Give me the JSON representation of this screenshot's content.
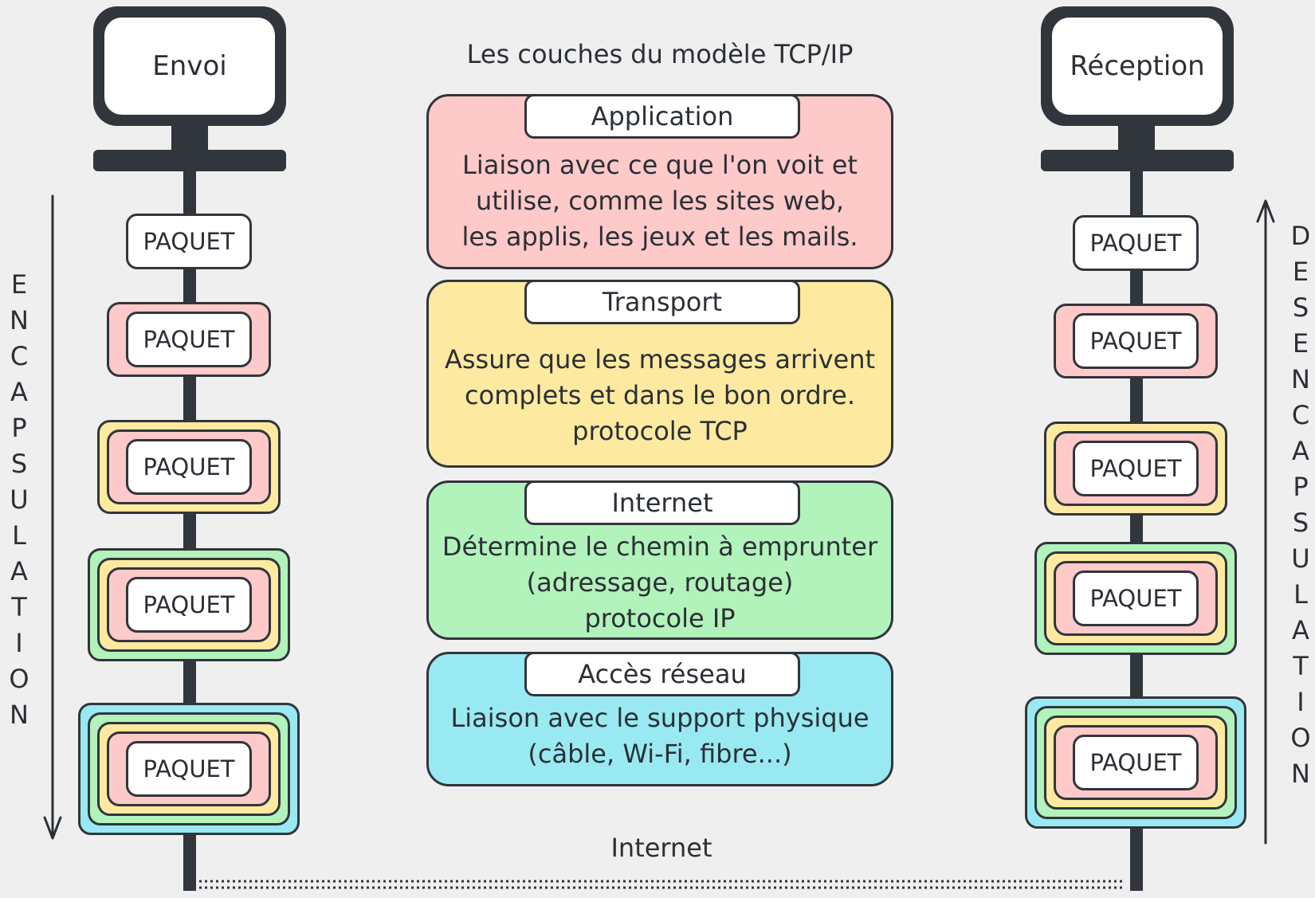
{
  "title": "Les couches du modèle TCP/IP",
  "sender": {
    "label": "Envoi"
  },
  "receiver": {
    "label": "Réception"
  },
  "packet_label": "PAQUET",
  "encapsulation_label": "ENCAPSULATION",
  "decapsulation_label": "DESENCAPSULATION",
  "network_label": "Internet",
  "layers": [
    {
      "name": "Application",
      "color": "#fec9c9",
      "description": "Liaison avec ce que l'on voit et\nutilise, comme les sites web,\nles applis, les jeux et les mails."
    },
    {
      "name": "Transport",
      "color": "#fdeaa0",
      "description": "Assure que les messages arrivent\ncomplets et dans le bon ordre.\nprotocole TCP"
    },
    {
      "name": "Internet",
      "color": "#b2f2bb",
      "description": "Détermine le chemin à emprunter\n(adressage, routage)\nprotocole IP"
    },
    {
      "name": "Accès réseau",
      "color": "#99e9f2",
      "description": "Liaison avec le support physique\n(câble, Wi-Fi, fibre...)"
    }
  ]
}
